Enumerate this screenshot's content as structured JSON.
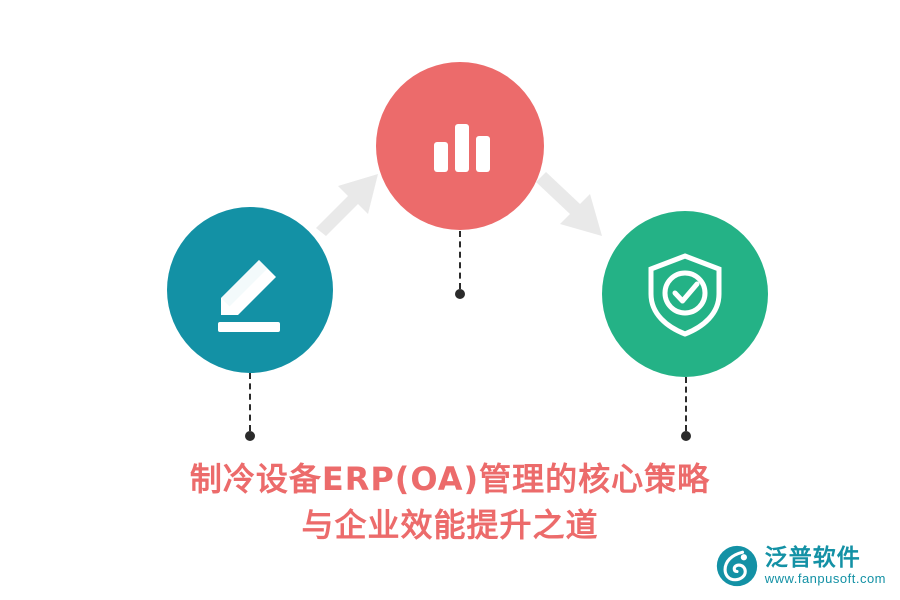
{
  "graphic": {
    "nodes": [
      {
        "id": "edit",
        "icon": "pencil-icon",
        "color": "#1391a5",
        "label": ""
      },
      {
        "id": "chart",
        "icon": "bar-chart-icon",
        "color": "#ec6b6b",
        "label": ""
      },
      {
        "id": "shield",
        "icon": "shield-check-icon",
        "color": "#24b286",
        "label": ""
      }
    ],
    "arrows": [
      {
        "id": "arrow-left-to-center",
        "icon": "arrow-up-right-icon",
        "color": "#e8e8e8"
      },
      {
        "id": "arrow-center-to-right",
        "icon": "arrow-down-right-icon",
        "color": "#e8e8e8"
      }
    ],
    "connector_color": "#2b2b2b"
  },
  "title": {
    "color": "#ec6b6b",
    "line1": "制冷设备ERP(OA)管理的核心策略",
    "line2": "与企业效能提升之道"
  },
  "logo": {
    "icon": "fanpu-logo-icon",
    "name": "泛普软件",
    "url": "www.fanpusoft.com",
    "color": "#1391a5"
  }
}
